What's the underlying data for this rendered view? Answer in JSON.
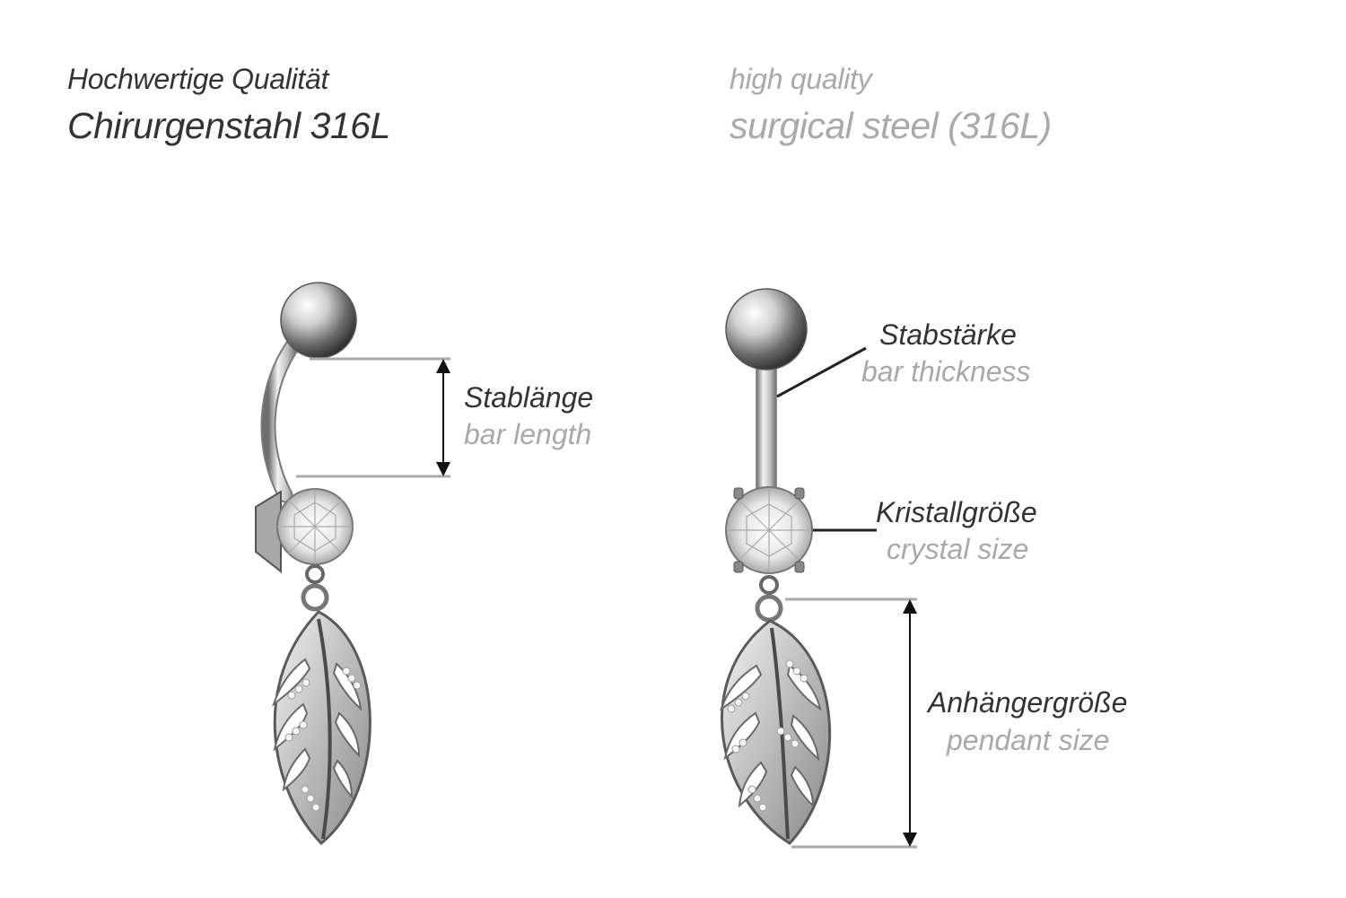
{
  "header": {
    "de_sub": "Hochwertige Qualität",
    "de_main": "Chirurgenstahl 316L",
    "en_sub": "high quality",
    "en_main": "surgical steel (316L)"
  },
  "labels": {
    "bar_length_de": "Stablänge",
    "bar_length_en": "bar length",
    "bar_thickness_de": "Stabstärke",
    "bar_thickness_en": "bar thickness",
    "crystal_size_de": "Kristallgröße",
    "crystal_size_en": "crystal size",
    "pendant_size_de": "Anhängergröße",
    "pendant_size_en": "pendant size"
  },
  "colors": {
    "dark_text": "#333333",
    "grey_text": "#a9a9a9",
    "measure_line": "#aaaaaa",
    "arrow": "#111111"
  },
  "icons": [
    "belly-ring-side-view-illustration",
    "belly-ring-front-view-illustration"
  ]
}
